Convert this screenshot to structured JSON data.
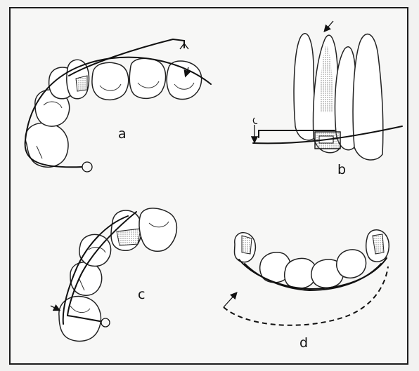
{
  "figure": {
    "panels": [
      {
        "id": "a",
        "label": "a"
      },
      {
        "id": "b",
        "label": "b"
      },
      {
        "id": "c",
        "label": "c"
      },
      {
        "id": "d",
        "label": "d"
      }
    ],
    "colors": {
      "ink": "#111111",
      "border": "#1c1c1c",
      "background": "#f7f7f6",
      "stipple": "#8a8a8a"
    }
  }
}
